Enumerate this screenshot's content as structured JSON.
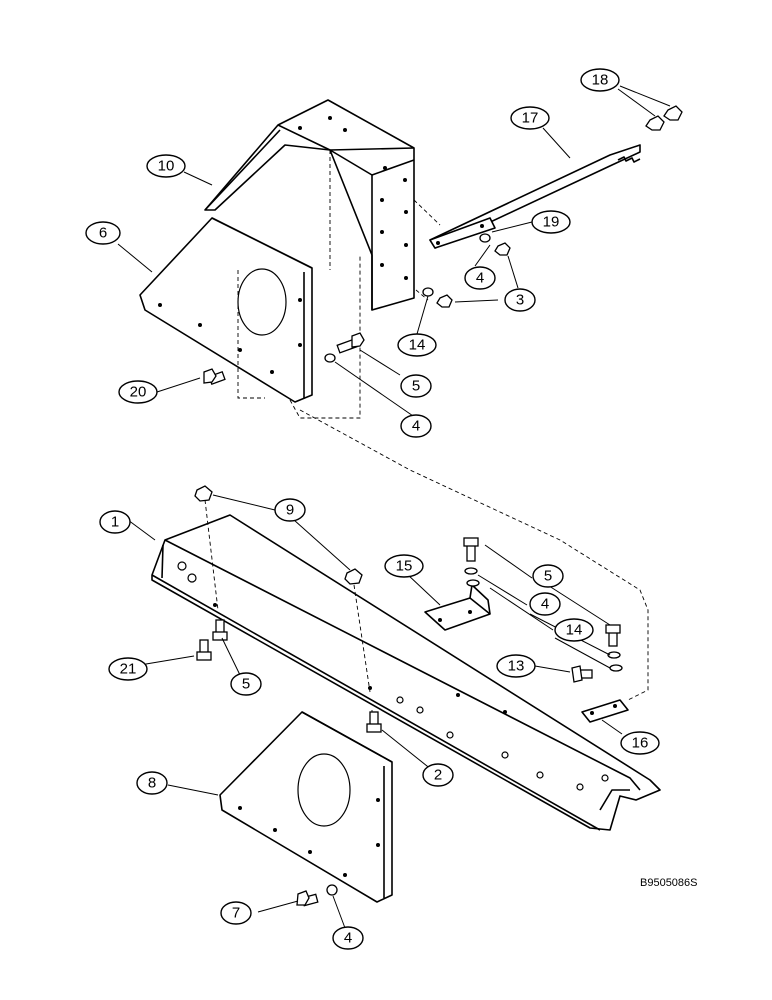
{
  "diagram": {
    "reference_code": "B9505086S",
    "callouts": [
      {
        "id": "c18",
        "label": "18"
      },
      {
        "id": "c17",
        "label": "17"
      },
      {
        "id": "c10",
        "label": "10"
      },
      {
        "id": "c19",
        "label": "19"
      },
      {
        "id": "c6",
        "label": "6"
      },
      {
        "id": "c4a",
        "label": "4"
      },
      {
        "id": "c3",
        "label": "3"
      },
      {
        "id": "c14a",
        "label": "14"
      },
      {
        "id": "c5a",
        "label": "5"
      },
      {
        "id": "c20",
        "label": "20"
      },
      {
        "id": "c4b",
        "label": "4"
      },
      {
        "id": "c9",
        "label": "9"
      },
      {
        "id": "c1",
        "label": "1"
      },
      {
        "id": "c15",
        "label": "15"
      },
      {
        "id": "c5b",
        "label": "5"
      },
      {
        "id": "c4c",
        "label": "4"
      },
      {
        "id": "c14b",
        "label": "14"
      },
      {
        "id": "c21",
        "label": "21"
      },
      {
        "id": "c5c",
        "label": "5"
      },
      {
        "id": "c13",
        "label": "13"
      },
      {
        "id": "c16",
        "label": "16"
      },
      {
        "id": "c2",
        "label": "2"
      },
      {
        "id": "c8",
        "label": "8"
      },
      {
        "id": "c7",
        "label": "7"
      },
      {
        "id": "c4d",
        "label": "4"
      }
    ]
  }
}
